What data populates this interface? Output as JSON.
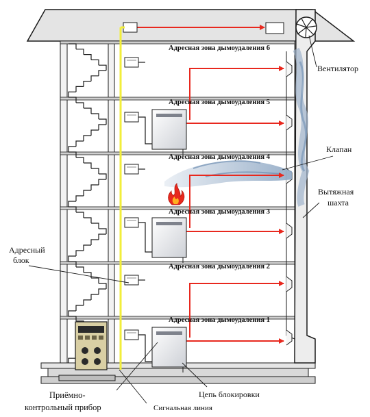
{
  "labels": {
    "fan": "Вентилятор",
    "valve": "Клапан",
    "shaft_line1": "Вытяжная",
    "shaft_line2": "шахта",
    "address_block_line1": "Адресный",
    "address_block_line2": "блок",
    "control_panel_line1": "Приёмно-",
    "control_panel_line2": "контрольный прибор",
    "blocking_circuit": "Цепь блокировки",
    "signal_line": "Сигнальная линия"
  },
  "zones": [
    "Адресная зона дымоудаления 6",
    "Адресная зона дымоудаления 5",
    "Адресная зона дымоудаления 4",
    "Адресная зона дымоудаления 3",
    "Адресная зона дымоудаления 2",
    "Адресная зона дымоудаления 1"
  ],
  "colors": {
    "arrow": "#e8281e",
    "signal_line": "#f2ee3a",
    "wall": "#f2f2f2",
    "outline": "#1a1a1a",
    "smoke": "#b7c9dc"
  },
  "icons": [
    "fan-icon",
    "fire-icon",
    "valve-icon",
    "address-block-icon",
    "control-unit-icon",
    "control-panel-icon"
  ]
}
